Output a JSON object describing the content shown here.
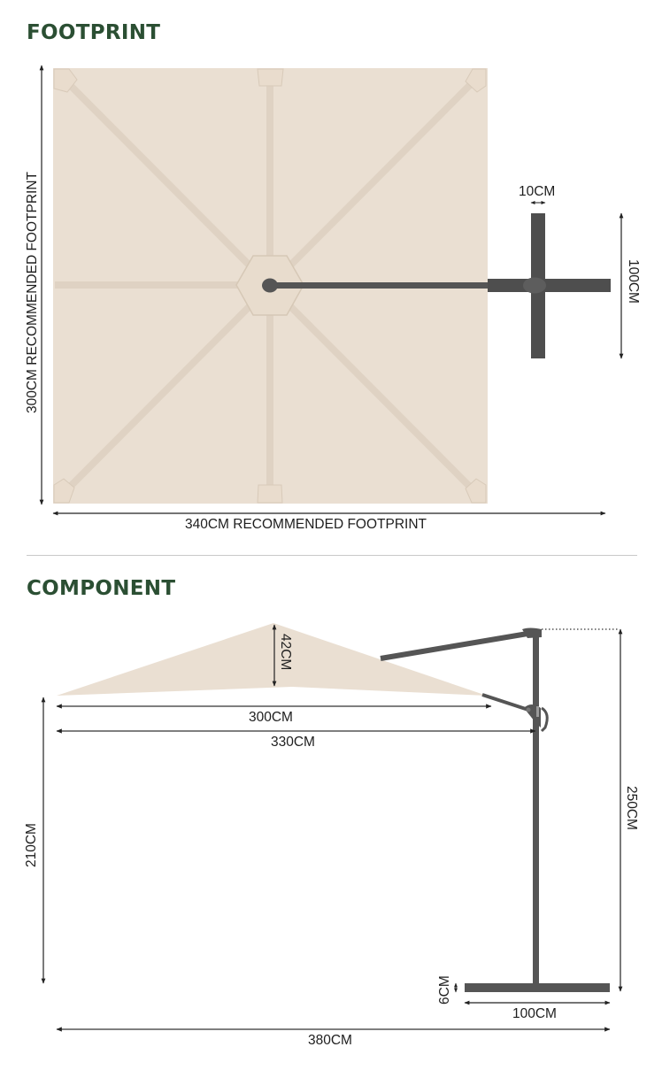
{
  "sections": {
    "footprint": {
      "title": "FOOTPRINT",
      "height_label": "300CM RECOMMENDED FOOTPRINT",
      "width_label": "340CM RECOMMENDED FOOTPRINT",
      "base_bar_label": "10CM",
      "base_length_label": "100CM"
    },
    "component": {
      "title": "COMPONENT",
      "canopy_height_label": "42CM",
      "canopy_width_label": "300CM",
      "arm_reach_label": "330CM",
      "clearance_label": "210CM",
      "total_height_label": "250CM",
      "base_thickness_label": "6CM",
      "base_width_label": "100CM",
      "total_width_label": "380CM"
    }
  },
  "colors": {
    "heading": "#2b4f33",
    "canopy": "#eadfd2",
    "canopy_seam": "#ddd0c0",
    "frame": "#4e4e4e",
    "dimension_line": "#222222",
    "divider": "#c8c8c8"
  }
}
